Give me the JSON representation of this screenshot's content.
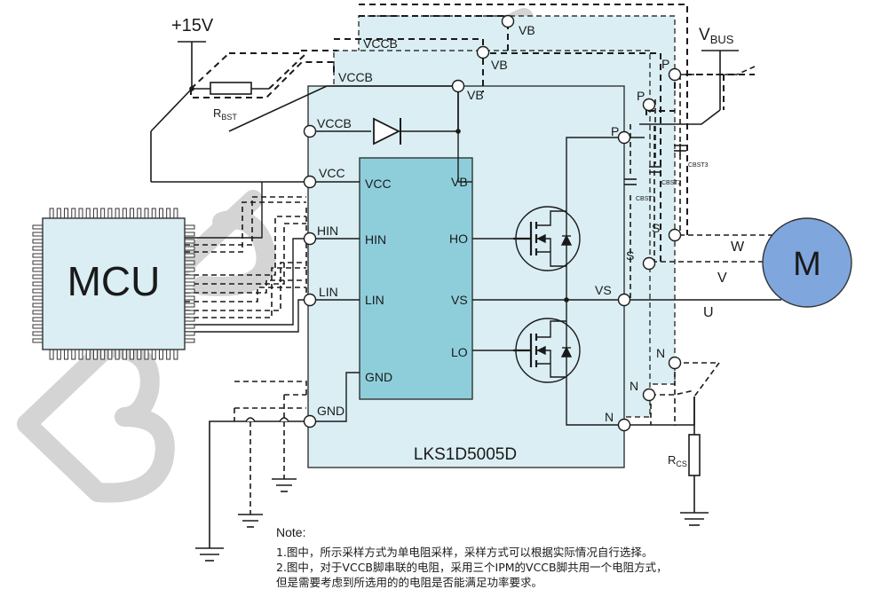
{
  "supply": {
    "label": "+15V"
  },
  "vbus": {
    "main": "V",
    "sub": "BUS"
  },
  "resistors": {
    "rbst": {
      "main": "R",
      "sub": "BST"
    },
    "rcs": {
      "main": "R",
      "sub": "CS"
    }
  },
  "capacitors": {
    "cbst1": "CBST1",
    "cbst2": "CBST2",
    "cbst3": "CBST3"
  },
  "mcu": {
    "label": "MCU"
  },
  "ipm": {
    "name": "LKS1D5005D",
    "outer_pins": {
      "vccb": "VCCB",
      "vb": "VB",
      "vcc": "VCC",
      "hin": "HIN",
      "lin": "LIN",
      "gnd": "GND",
      "p": "P",
      "vs": "VS",
      "n": "N"
    },
    "driver_pins": {
      "vcc": "VCC",
      "hin": "HIN",
      "lin": "LIN",
      "gnd": "GND",
      "vb": "VB",
      "ho": "HO",
      "vs": "VS",
      "lo": "LO"
    }
  },
  "stacked_labels": {
    "vccb2": "VCCB",
    "vccb3": "VCCB",
    "vb2": "VB",
    "vb3": "VB",
    "p2": "P",
    "p3": "P",
    "s2": "S",
    "s3": "S",
    "n2": "N",
    "n3": "N"
  },
  "motor": {
    "label": "M",
    "phases": [
      "W",
      "V",
      "U"
    ]
  },
  "notes": {
    "title": "Note:",
    "line1": "1.图中，所示采样方式为单电阻采样，采样方式可以根据实际情况自行选择。",
    "line2": "2.图中，对于VCCB脚串联的电阻，采用三个IPM的VCCB脚共用一个电阻方式，",
    "line3": "但是需要考虑到所选用的的电阻是否能满足功率要求。"
  },
  "colors": {
    "ipm_fill": "#daeef3",
    "driver_fill": "#8ecedb",
    "motor_fill": "#7fa6dd",
    "line": "#1a1a1a",
    "watermark": "#d4d4d4"
  }
}
